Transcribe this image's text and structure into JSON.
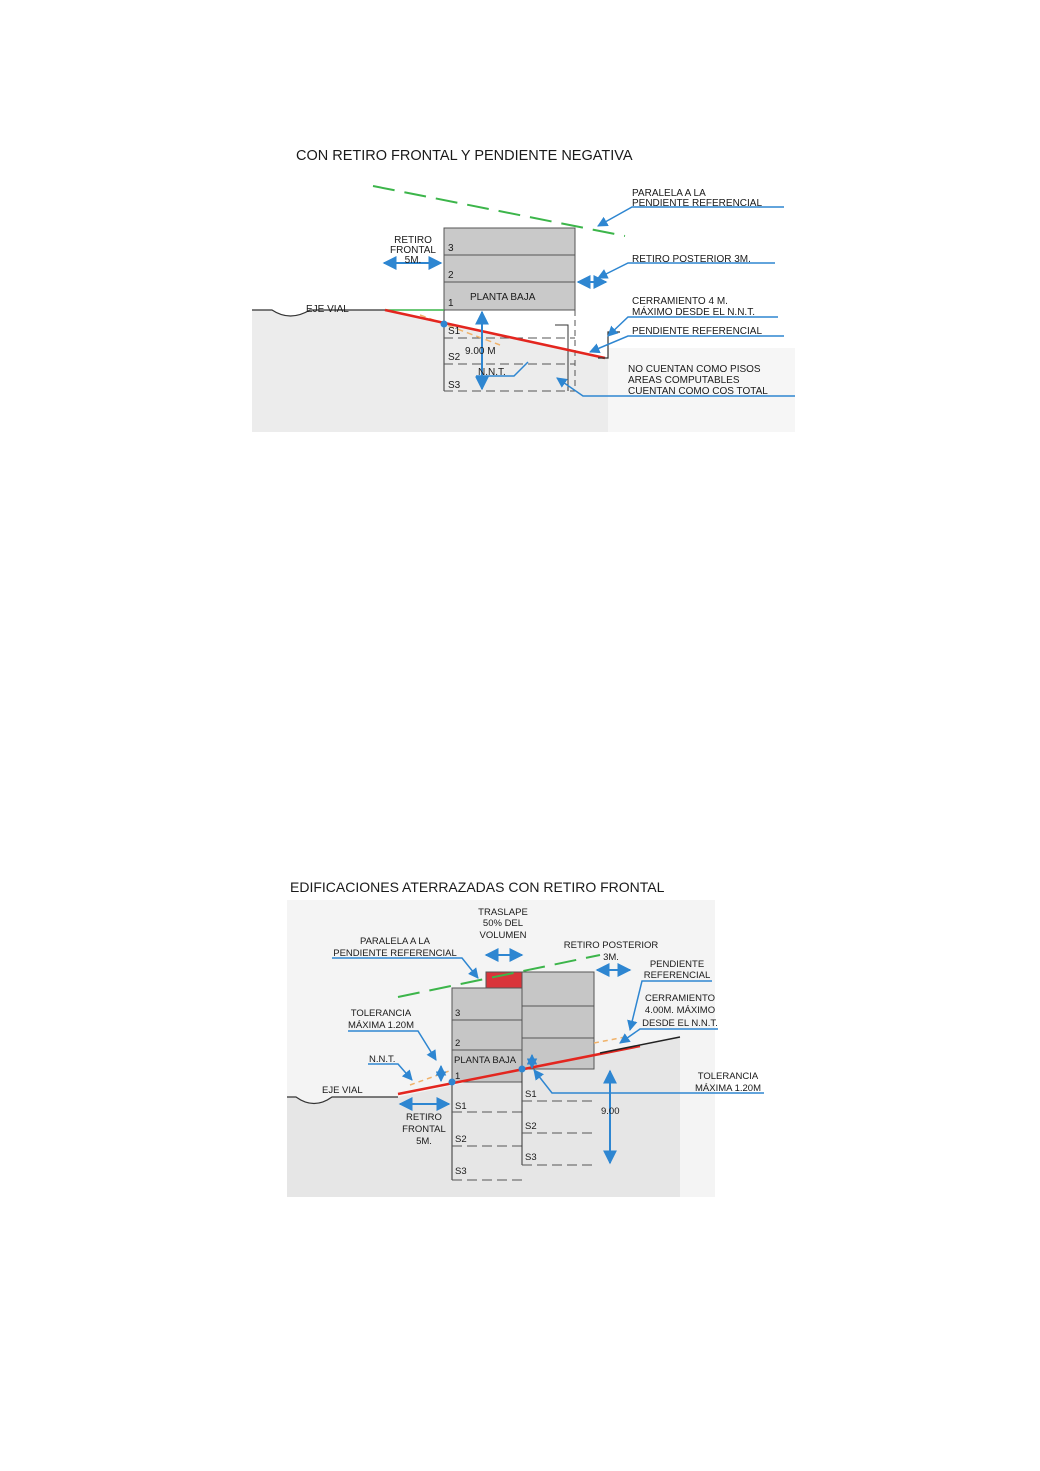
{
  "diagram1": {
    "title": "CON RETIRO FRONTAL Y PENDIENTE NEGATIVA",
    "labels": {
      "paralela_1": "PARALELA A LA",
      "paralela_2": "PENDIENTE REFERENCIAL",
      "retiro_frontal_1": "RETIRO",
      "retiro_frontal_2": "FRONTAL",
      "retiro_frontal_3": "5M.",
      "retiro_posterior": "RETIRO POSTERIOR 3M.",
      "cerramiento_1": "CERRAMIENTO 4 M.",
      "cerramiento_2": "MÁXIMO DESDE EL N.N.T.",
      "pendiente_ref": "PENDIENTE REFERENCIAL",
      "no_cuentan_1": "NO CUENTAN COMO PISOS",
      "no_cuentan_2": "AREAS COMPUTABLES",
      "no_cuentan_3": "CUENTAN COMO COS TOTAL",
      "eje_vial": "EJE VIAL",
      "planta_baja": "PLANTA BAJA",
      "floor_3": "3",
      "floor_2": "2",
      "floor_1": "1",
      "s1": "S1",
      "s2": "S2",
      "s3": "S3",
      "height": "9.00 M",
      "nnt": "N.N.T."
    }
  },
  "diagram2": {
    "title": "EDIFICACIONES ATERRAZADAS  CON RETIRO FRONTAL",
    "labels": {
      "traslape_1": "TRASLAPE",
      "traslape_2": "50% DEL",
      "traslape_3": "VOLUMEN",
      "paralela_1": "PARALELA A LA",
      "paralela_2": "PENDIENTE REFERENCIAL",
      "retiro_posterior_1": "RETIRO POSTERIOR",
      "retiro_posterior_2": "3M.",
      "pendiente_1": "PENDIENTE",
      "pendiente_2": "REFERENCIAL",
      "cerramiento_1": "CERRAMIENTO",
      "cerramiento_2": "4.00M. MÁXIMO",
      "cerramiento_3": "DESDE EL N.N.T.",
      "tolerancia_left_1": "TOLERANCIA",
      "tolerancia_left_2": "MÁXIMA 1.20M",
      "nnt": "N.N.T.",
      "eje_vial": "EJE VIAL",
      "planta_baja": "PLANTA BAJA",
      "floor_3": "3",
      "floor_2": "2",
      "floor_1": "1",
      "retiro_frontal_1": "RETIRO",
      "retiro_frontal_2": "FRONTAL",
      "retiro_frontal_3": "5M.",
      "s1_left": "S1",
      "s2_left": "S2",
      "s3_left": "S3",
      "s1_right": "S1",
      "s2_right": "S2",
      "s3_right": "S3",
      "height": "9.00",
      "tolerancia_right_1": "TOLERANCIA",
      "tolerancia_right_2": "MÁXIMA 1.20M"
    }
  },
  "colors": {
    "terrain": "#e9e9e9",
    "building": "#c8c8c8",
    "red_line": "#e3261f",
    "green_line": "#3cb54a",
    "blue_arrow": "#2e86d1",
    "orange_dash": "#f0b26a",
    "overlap_red": "#d9343a"
  }
}
